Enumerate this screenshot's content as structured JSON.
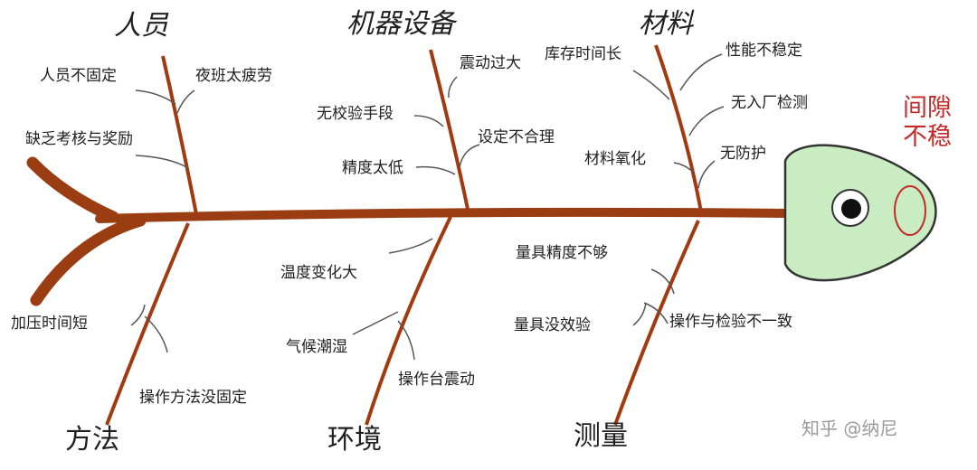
{
  "effect": {
    "line1": "间隙",
    "line2": "不稳",
    "head_fill": "#c9ecc3"
  },
  "colors": {
    "spine": "#9b3d12",
    "branch": "#a23a10",
    "twig": "#555555",
    "effect_text": "#c62828"
  },
  "categories": {
    "people": "人员",
    "machine": "机器设备",
    "material": "材料",
    "method": "方法",
    "environment": "环境",
    "measurement": "测量"
  },
  "causes": {
    "people": {
      "c1": "人员不固定",
      "c2": "夜班太疲劳",
      "c3": "缺乏考核与奖励"
    },
    "machine": {
      "c1": "震动过大",
      "c2": "无校验手段",
      "c3": "设定不合理",
      "c4": "精度太低"
    },
    "material": {
      "c1": "库存时间长",
      "c2": "性能不稳定",
      "c3": "无入厂检测",
      "c4": "材料氧化",
      "c5": "无防护"
    },
    "method": {
      "c1": "加压时间短",
      "c2": "操作方法没固定"
    },
    "environment": {
      "c1": "温度变化大",
      "c2": "气候潮湿",
      "c3": "操作台震动"
    },
    "measurement": {
      "c1": "量具精度不够",
      "c2": "量具没效验",
      "c3": "操作与检验不一致"
    }
  },
  "watermark": "知乎 @纳尼"
}
